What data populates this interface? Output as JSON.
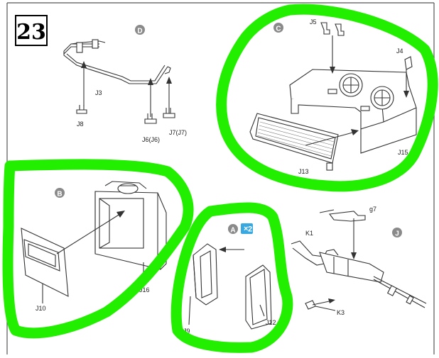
{
  "step_number": "23",
  "section_markers": {
    "A": "A",
    "B": "B",
    "C": "C",
    "D": "D",
    "J": "J",
    "a_count": "2"
  },
  "parts": {
    "J3": "J3",
    "J4": "J4",
    "J5": "J5",
    "J6": "J6(J6)",
    "J7": "J7(J7)",
    "J8": "J8",
    "J9": "J9",
    "J10": "J10",
    "J12": "J12",
    "J13": "J13",
    "J15": "J15",
    "J16": "J16",
    "K1": "K1",
    "K3": "K3",
    "g7": "g7"
  },
  "colors": {
    "highlight": "#22ee00",
    "badge": "#8a8a8a",
    "badge_blue": "#38a8e0",
    "line": "#333333",
    "frame": "#000000"
  }
}
